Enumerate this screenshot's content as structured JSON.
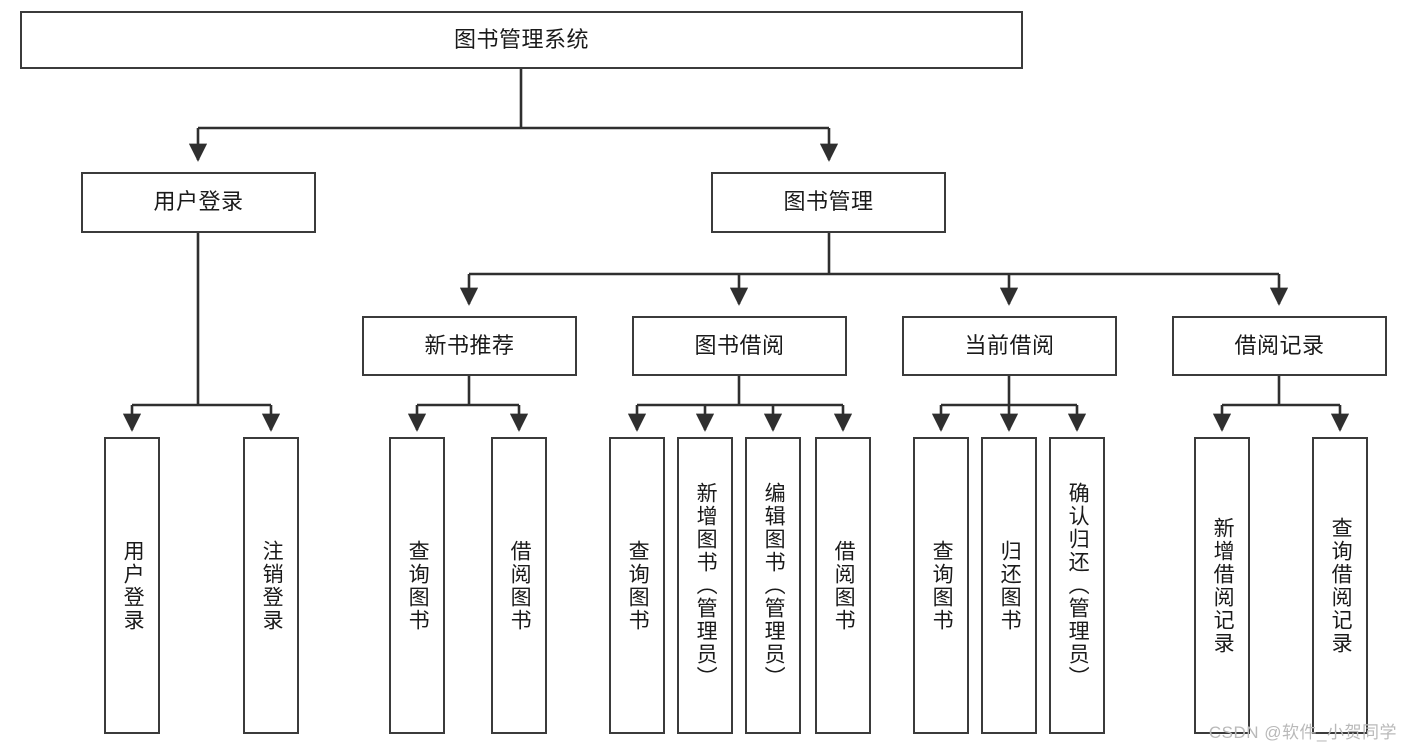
{
  "diagram": {
    "type": "tree",
    "title": "图书管理系统",
    "watermark": "CSDN @软件_小贺同学",
    "colors": {
      "box_border": "#3b3b3b",
      "box_fill": "#ffffff",
      "connector": "#2f2f2f",
      "text": "#1a1a1a",
      "watermark": "#b9b9b9"
    },
    "levels": {
      "root": {
        "label": "图书管理系统"
      },
      "level2": [
        {
          "label": "用户登录"
        },
        {
          "label": "图书管理"
        }
      ],
      "level3": [
        {
          "label": "新书推荐"
        },
        {
          "label": "图书借阅"
        },
        {
          "label": "当前借阅"
        },
        {
          "label": "借阅记录"
        }
      ],
      "leaves_user_login": [
        {
          "label": "用户登录"
        },
        {
          "label": "注销登录"
        }
      ],
      "leaves_new_book": [
        {
          "label": "查询图书"
        },
        {
          "label": "借阅图书"
        }
      ],
      "leaves_borrow": [
        {
          "label": "查询图书"
        },
        {
          "label": "新增图书（管理员）"
        },
        {
          "label": "编辑图书（管理员）"
        },
        {
          "label": "借阅图书"
        }
      ],
      "leaves_current": [
        {
          "label": "查询图书"
        },
        {
          "label": "归还图书"
        },
        {
          "label": "确认归还（管理员）"
        }
      ],
      "leaves_records": [
        {
          "label": "新增借阅记录"
        },
        {
          "label": "查询借阅记录"
        }
      ]
    }
  }
}
